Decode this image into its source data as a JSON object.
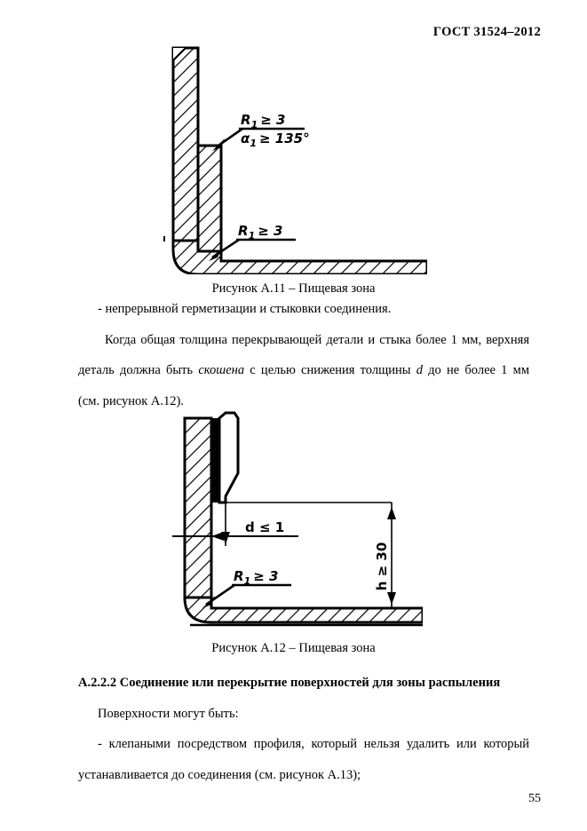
{
  "header": {
    "standard_title": "ГОСТ 31524–2012"
  },
  "figures": [
    {
      "id": "a11",
      "caption": "Рисунок А.11 –  Пищевая зона",
      "labels": {
        "radius_upper": "R",
        "radius_upper_sub": "1",
        "radius_upper_rel": "≥ 3",
        "angle": "α",
        "angle_sub": "1",
        "angle_rel": "≥ 135°",
        "radius_lower": "R",
        "radius_lower_sub": "1",
        "radius_lower_rel": "≥ 3"
      }
    },
    {
      "id": "a12",
      "caption": "Рисунок А.12 – Пищевая зона",
      "labels": {
        "thickness": "d ≤ 1",
        "height": "h ≥ 30",
        "radius": "R",
        "radius_sub": "1",
        "radius_rel": "≥ 3"
      }
    }
  ],
  "body": {
    "bullet_line": "-    непрерывной герметизации и стыковки соединения.",
    "para2_line1": "Когда общая толщина перекрывающей детали и стыка более 1 мм, верхняя",
    "para2_line2_a": "деталь должна быть ",
    "para2_line2_italic": "скошена",
    "para2_line2_b": " с целью снижения толщины ",
    "para2_line2_italic2": "d",
    "para2_line2_c": " до не более 1 мм",
    "para2_line3": "(см. рисунок А.12).",
    "section_heading": "А.2.2.2 Соединение или перекрытие поверхностей для зоны распыления",
    "para3": "Поверхности могут быть:",
    "para4_line1": "- клепаными посредством профиля, который нельзя удалить или который",
    "para4_line2": "устанавливается до соединения (см. рисунок А.13);"
  },
  "footer": {
    "page_number": "55"
  }
}
